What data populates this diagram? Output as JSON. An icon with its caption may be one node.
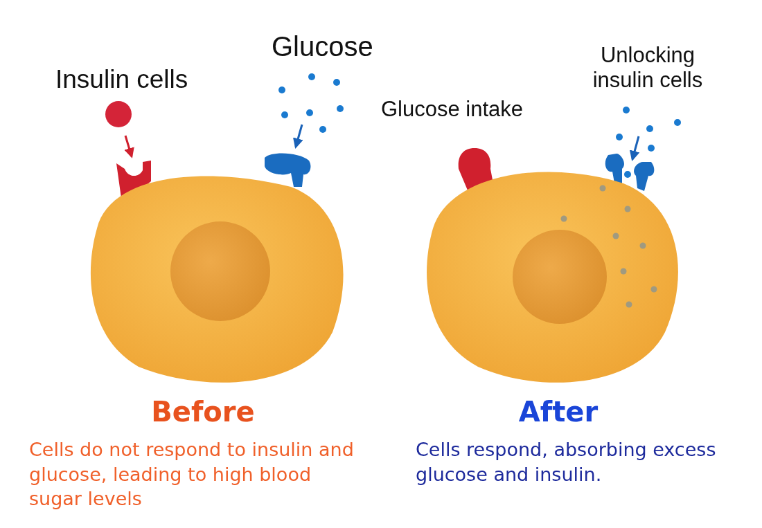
{
  "diagram": {
    "labels": [
      "Glucose",
      "Insulin cells",
      "Unlocking insulin cells",
      "Glucose intake",
      "Before",
      "Cells do not respond to insulin and glucose, leading to high blood sugar levels",
      "After",
      "Cells respond, absorbing excess glucose and insulin."
    ]
  }
}
